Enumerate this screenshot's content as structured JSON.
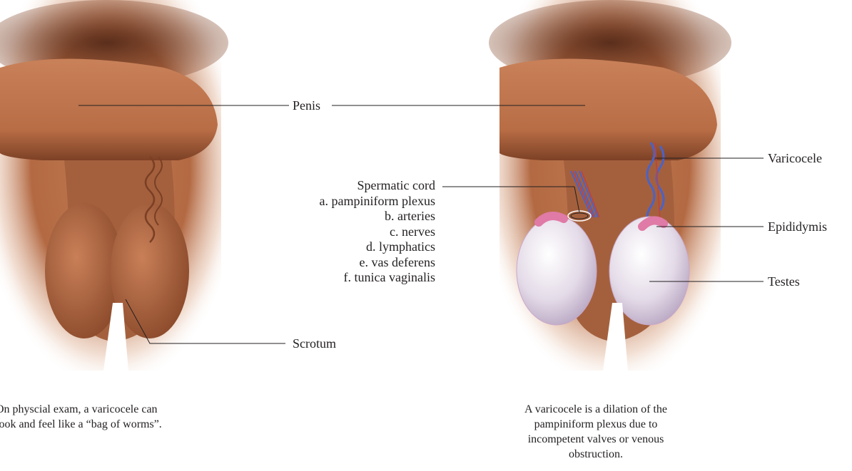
{
  "labels": {
    "penis": "Penis",
    "scrotum": "Scrotum",
    "spermatic_cord": "Spermatic cord",
    "cord_parts": [
      "a. pampiniform plexus",
      "b. arteries",
      "c. nerves",
      "d. lymphatics",
      "e. vas deferens",
      "f. tunica vaginalis"
    ],
    "varicocele": "Varicocele",
    "epididymis": "Epididymis",
    "testes": "Testes"
  },
  "captions": {
    "left_line1": "On physcial exam, a varicocele can",
    "left_line2": "look and feel like a “bag of worms”.",
    "right_line1": "A varicocele is a dilation of the",
    "right_line2": "pampiniform plexus due to",
    "right_line3": "incompetent valves or venous",
    "right_line4": "obstruction."
  },
  "colors": {
    "skin": "#b9714a",
    "skin_dark": "#7a3f24",
    "hair": "#5a2e1c",
    "vein_blue": "#4a63c8",
    "artery_red": "#c2403c",
    "testis": "#e7dcea",
    "epididymis": "#e07aa6",
    "leader_line": "#231f20"
  }
}
